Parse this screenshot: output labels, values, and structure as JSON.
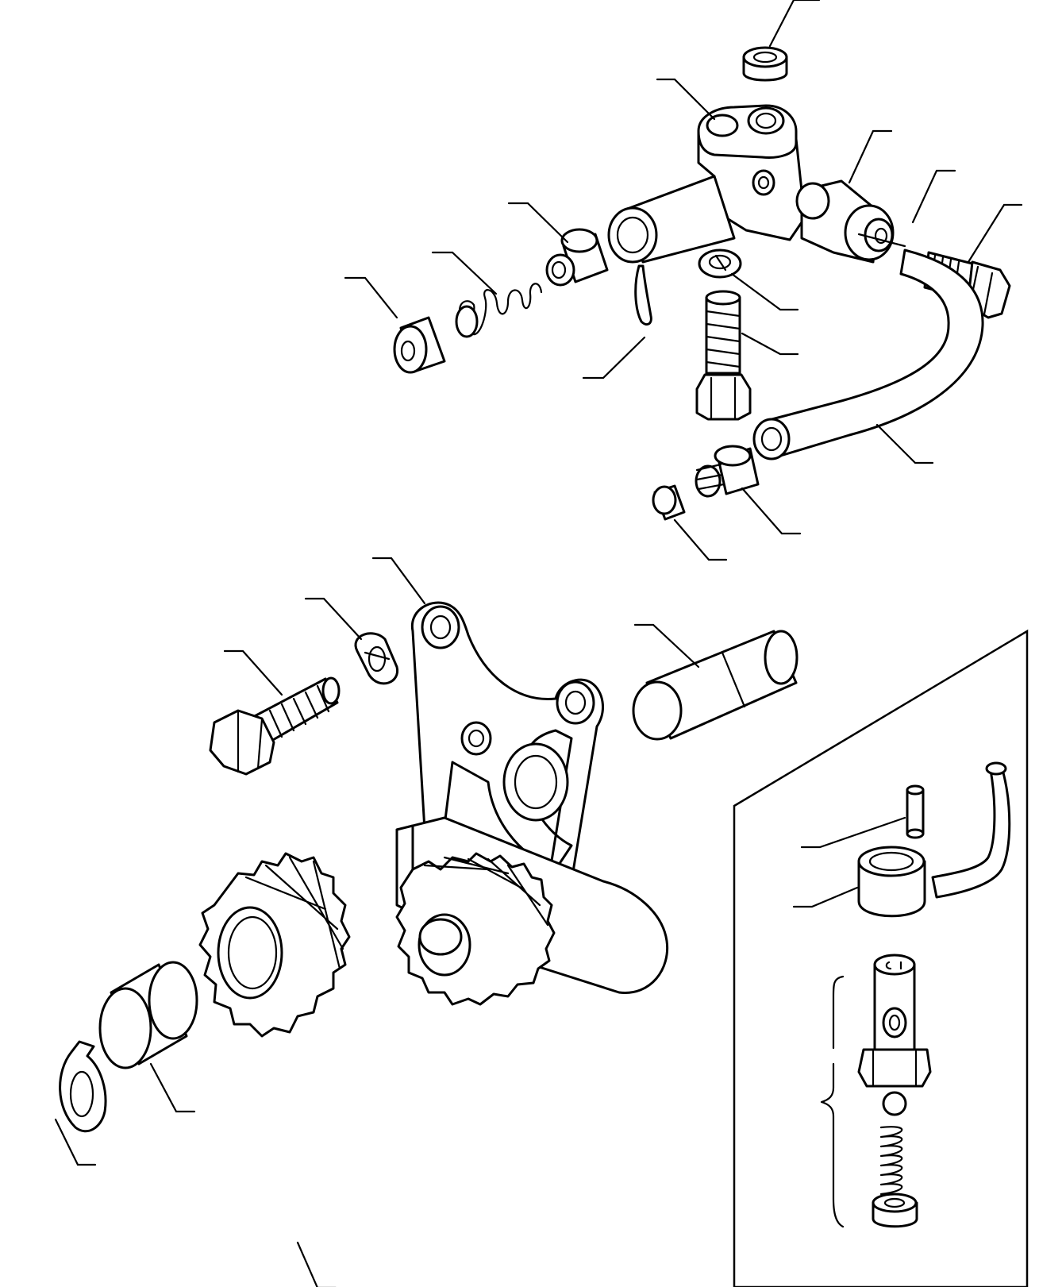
{
  "diagram": {
    "kind": "exploded-parts-view",
    "line_color": "#000000",
    "background": "#ffffff",
    "callouts_labeled": false,
    "inset_panel": true,
    "parts": [
      "cap",
      "pump-body",
      "pin",
      "washer",
      "bolt",
      "spring-cap",
      "spring",
      "plunger",
      "cotter-pin",
      "lock-washer",
      "bolt",
      "pipe",
      "union-adapter",
      "sleeve",
      "bracket",
      "lock-washer",
      "bolt",
      "shaft",
      "gear",
      "bushing",
      "circlip",
      "pump-gear",
      "roll-pin",
      "banjo-fitting",
      "hollow-bolt",
      "ball",
      "spring",
      "seat"
    ]
  }
}
